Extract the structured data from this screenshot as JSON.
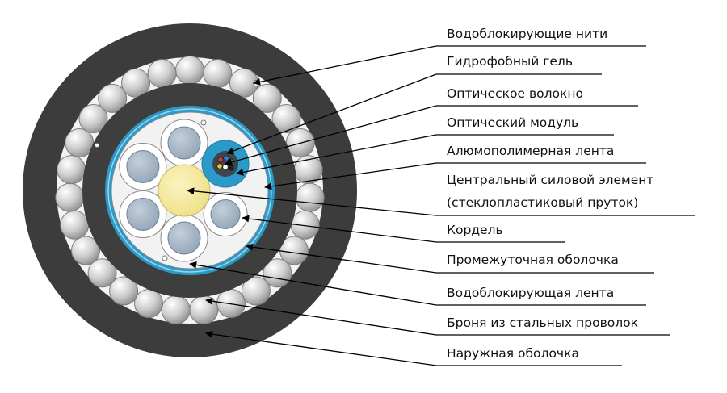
{
  "labels": [
    "Водоблокирующие нити",
    "Гидрофобный гель",
    "Оптическое волокно",
    "Оптический модуль",
    "Алюмополимерная лента",
    "Центральный силовой элемент",
    "(стеклопластиковый пруток)",
    "Кордель",
    "Промежуточная оболочка",
    "Водоблокирующая лента",
    "Броня из стальных проволок",
    "Наружная оболочка"
  ],
  "colors": {
    "outer_sheath": "#3c3c3c",
    "inner_sheath": "#3e3e3e",
    "armor_wire": "#c8c8c8",
    "water_block_tape": "#2a9bc8",
    "core_fill": "#f2f2f2",
    "loose_tube": "#a9b8c9",
    "cordel": "#c9c9c9",
    "central_member": "#f7eda0",
    "optical_module": "#2a9bc8",
    "leader_line": "#000000"
  },
  "fiber_colors": [
    "#d23a2a",
    "#3a7bd5",
    "#2e9e3e",
    "#e8c820",
    "#ffffff",
    "#222222"
  ],
  "icons": {
    "arrowhead": "arrow-icon"
  }
}
